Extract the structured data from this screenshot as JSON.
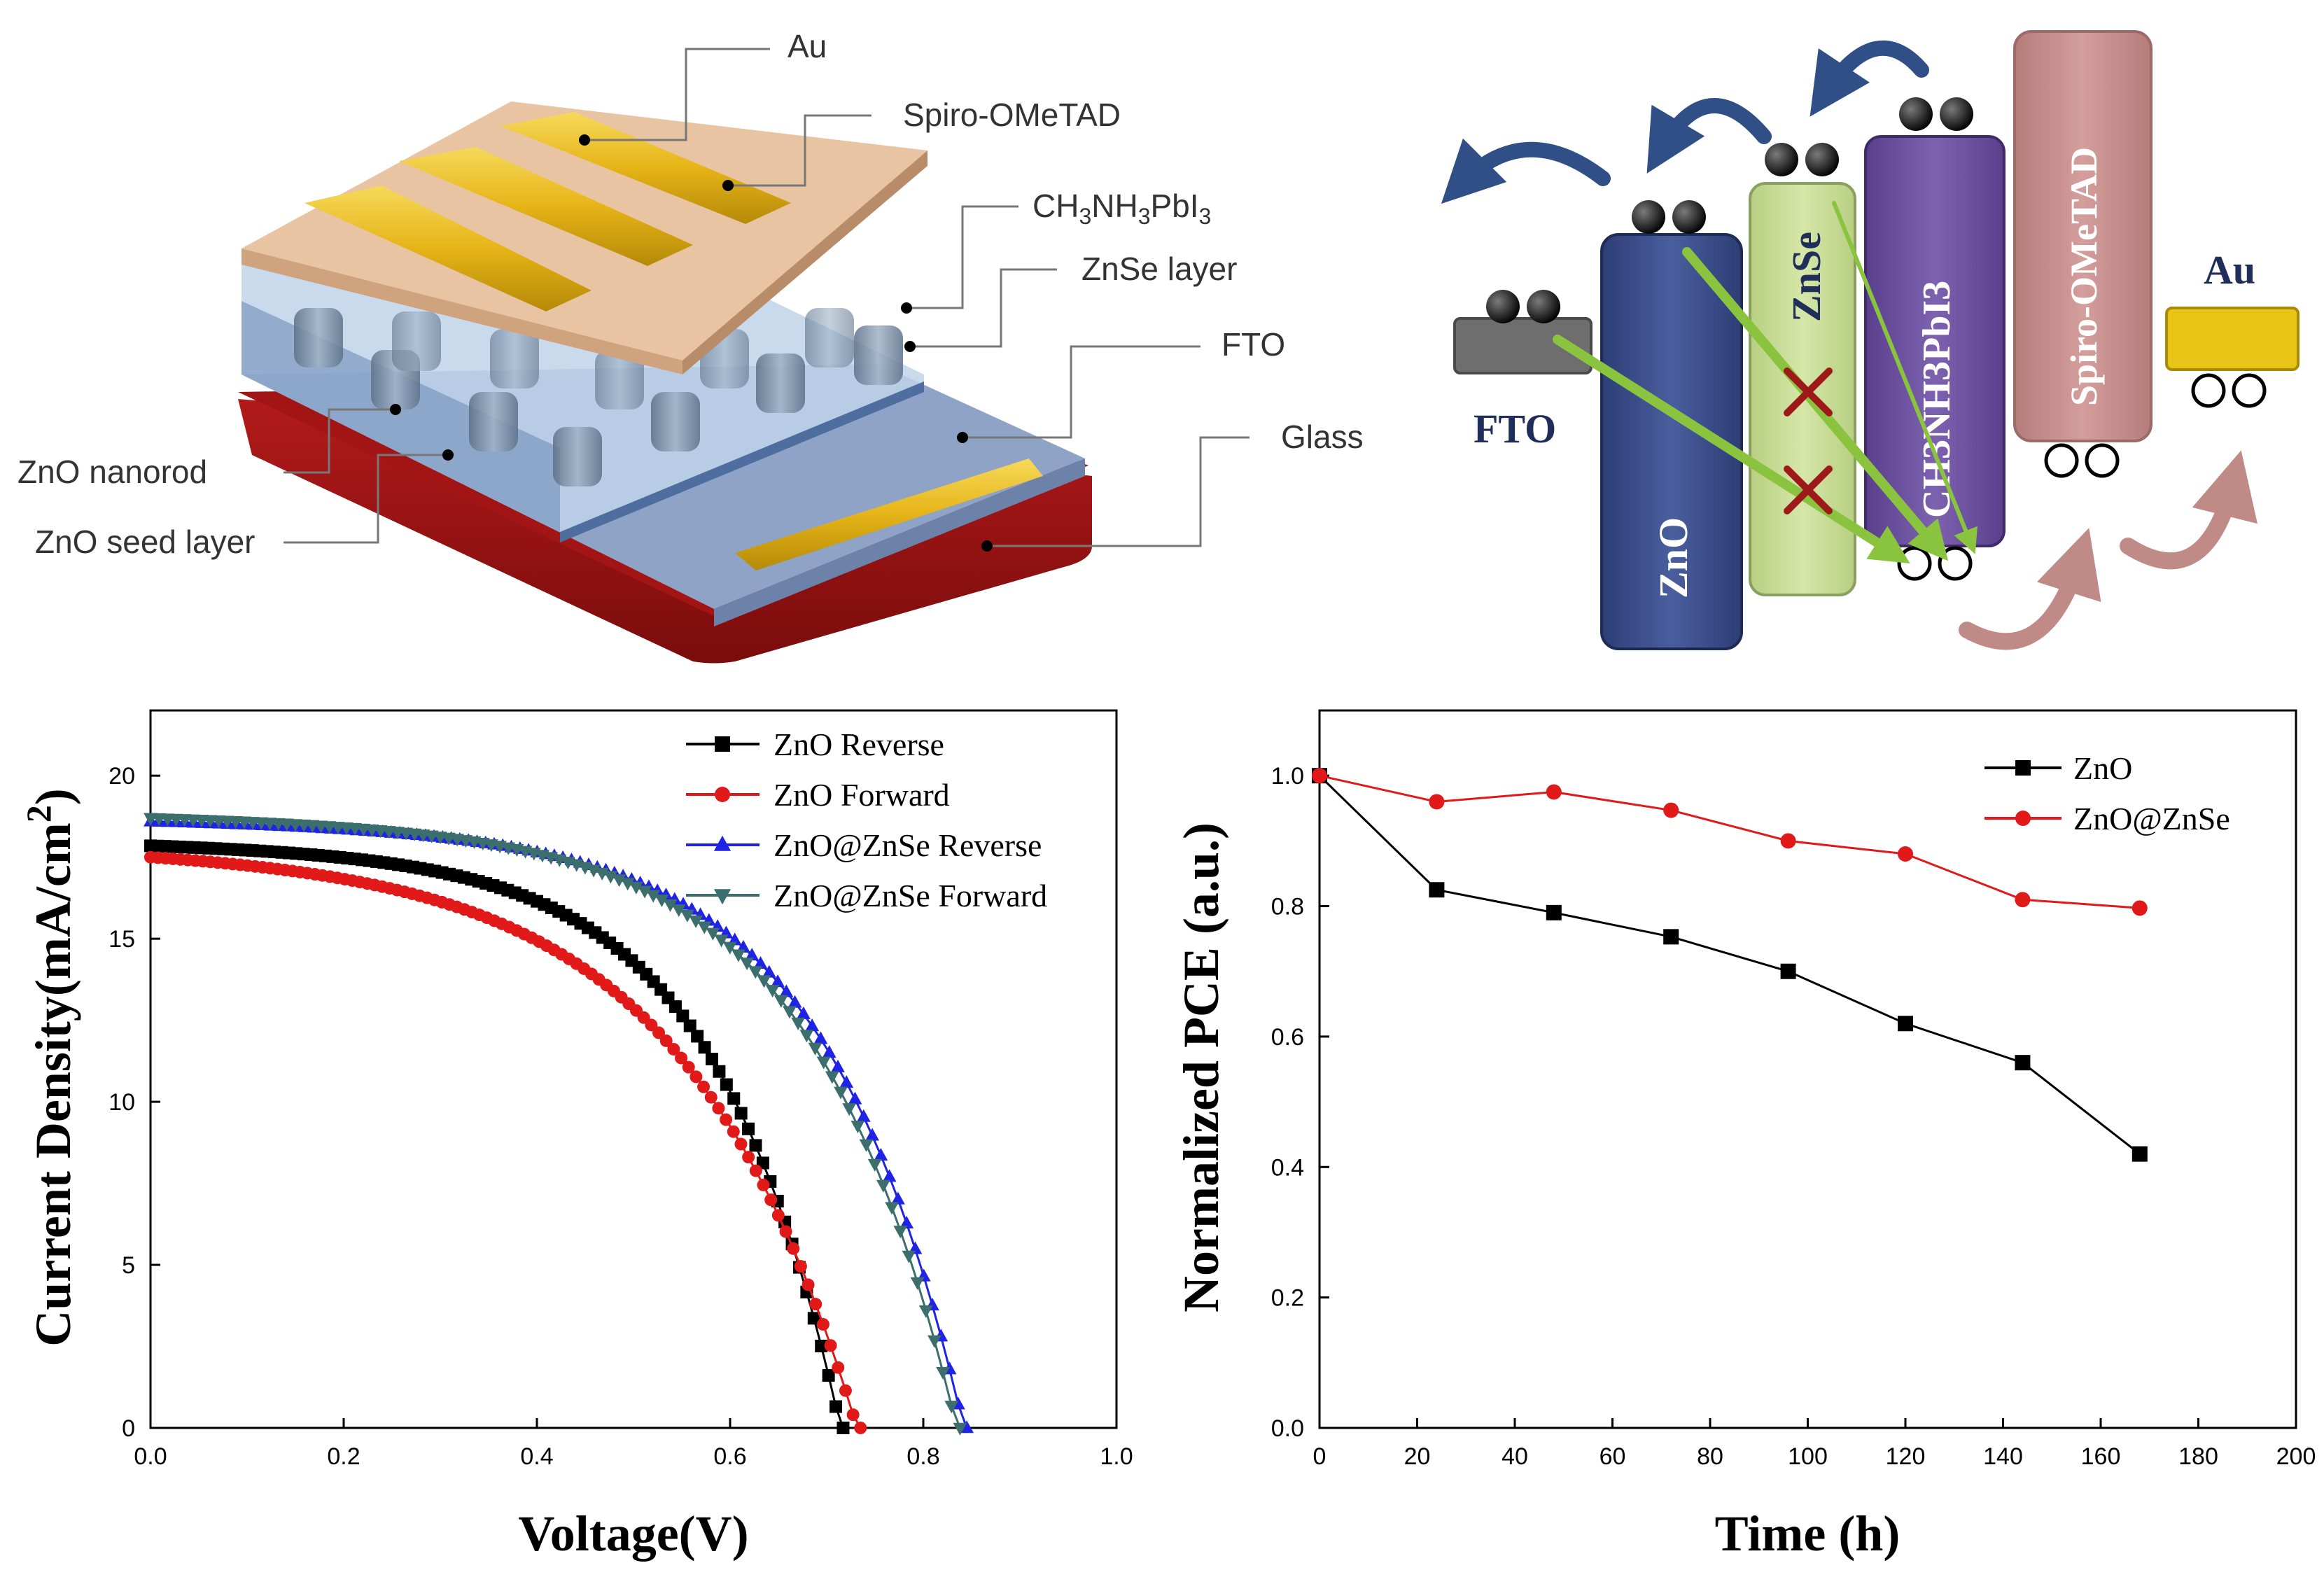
{
  "device_labels": {
    "au": "Au",
    "spiro": "Spiro-OMeTAD",
    "perov_base": "CH",
    "perov_sub1": "3",
    "perov_mid": "NH",
    "perov_sub2": "3",
    "perov_end": "PbI",
    "perov_sub3": "3",
    "znse": "ZnSe layer",
    "fto": "FTO",
    "glass": "Glass",
    "nanorod": "ZnO nanorod",
    "seed": "ZnO seed layer"
  },
  "band_labels": {
    "fto": "FTO",
    "zno": "ZnO",
    "znse": "ZnSe",
    "perov": "CH3NH3PbI3",
    "spiro": "Spiro-OMeTAD",
    "au": "Au"
  },
  "colors": {
    "zno_band": "#3b4d8a",
    "znse_band": "#c8dc96",
    "perov_band": "#6a4f9e",
    "spiro_band": "#c48c8a",
    "au_band": "#e8c416",
    "fto_band": "#6e6e6e",
    "arrow_blue": "#2f4f86",
    "arrow_green": "#8ac43f",
    "arrow_pink": "#c08a86",
    "cross": "#9e1a1a",
    "series_black": "#000000",
    "series_red": "#e11919",
    "series_blue": "#1f23e6",
    "series_teal": "#3d6e6e"
  },
  "chart_data": [
    {
      "type": "line",
      "xlabel": "Voltage(V)",
      "ylabel_main": "Current Density(mA/cm",
      "ylabel_sup": "2",
      "ylabel_close": ")",
      "xlim": [
        0.0,
        1.0
      ],
      "ylim": [
        0,
        22
      ],
      "xticks": [
        "0.0",
        "0.2",
        "0.4",
        "0.6",
        "0.8",
        "1.0"
      ],
      "yticks": [
        "0",
        "5",
        "10",
        "15",
        "20"
      ],
      "legend_position": "top-right",
      "series": [
        {
          "name": "ZnO Reverse",
          "marker": "square",
          "color": "#000000",
          "jsc": 17.85,
          "voc": 0.717,
          "curve_shape": 5.5
        },
        {
          "name": "ZnO Forward",
          "marker": "circle",
          "color": "#e11919",
          "jsc": 17.5,
          "voc": 0.735,
          "curve_shape": 4.2
        },
        {
          "name": "ZnO@ZnSe Reverse",
          "marker": "triangle-up",
          "color": "#1f23e6",
          "jsc": 18.6,
          "voc": 0.845,
          "curve_shape": 6.0
        },
        {
          "name": "ZnO@ZnSe Forward",
          "marker": "triangle-down",
          "color": "#3d6e6e",
          "jsc": 18.7,
          "voc": 0.838,
          "curve_shape": 5.7
        }
      ]
    },
    {
      "type": "line",
      "xlabel": "Time (h)",
      "ylabel": "Normalized PCE (a.u.)",
      "xlim": [
        0,
        200
      ],
      "ylim": [
        0.0,
        1.1
      ],
      "xticks": [
        "0",
        "20",
        "40",
        "60",
        "80",
        "100",
        "120",
        "140",
        "160",
        "180",
        "200"
      ],
      "yticks": [
        "0.0",
        "0.2",
        "0.4",
        "0.6",
        "0.8",
        "1.0"
      ],
      "legend_position": "top-right",
      "x": [
        0,
        24,
        48,
        72,
        96,
        120,
        144,
        168
      ],
      "series": [
        {
          "name": "ZnO",
          "marker": "square",
          "color": "#000000",
          "values": [
            1.0,
            0.825,
            0.79,
            0.753,
            0.7,
            0.62,
            0.56,
            0.42
          ]
        },
        {
          "name": "ZnO@ZnSe",
          "marker": "circle",
          "color": "#e11919",
          "values": [
            1.0,
            0.96,
            0.975,
            0.947,
            0.9,
            0.88,
            0.81,
            0.797
          ]
        }
      ]
    }
  ]
}
